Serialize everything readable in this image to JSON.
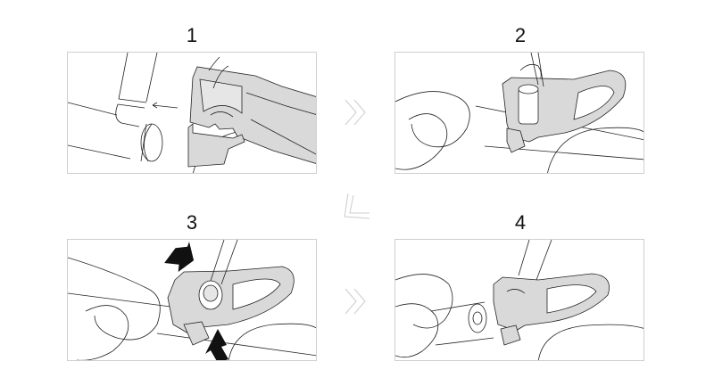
{
  "steps": [
    {
      "number": "1"
    },
    {
      "number": "2"
    },
    {
      "number": "3"
    },
    {
      "number": "4"
    }
  ],
  "colors": {
    "tool_fill": "#d9d9d9",
    "line": "#222222",
    "chevron": "#cccccc",
    "arrow": "#111111",
    "border": "#cfcfcf"
  }
}
